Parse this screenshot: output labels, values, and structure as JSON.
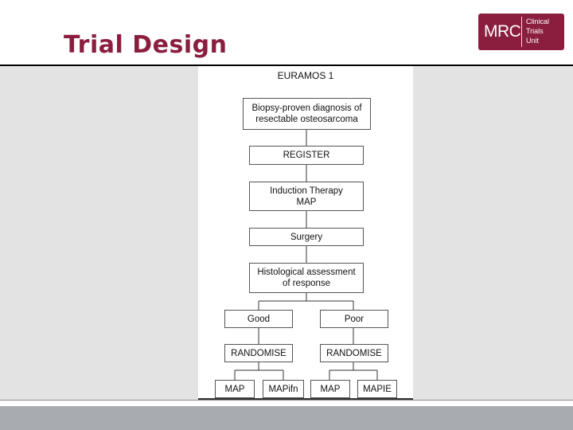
{
  "slide": {
    "title": "Trial Design"
  },
  "logo": {
    "mark": "MRC",
    "line1": "Clinical",
    "line2": "Trials",
    "line3": "Unit",
    "color": "#8b1e3f"
  },
  "diagram": {
    "title": "EURAMOS 1",
    "nodes": {
      "diagnosis": "Biopsy-proven diagnosis of\nresectable osteosarcoma",
      "register": "REGISTER",
      "induction": "Induction Therapy\nMAP",
      "surgery": "Surgery",
      "histology": "Histological assessment\nof response",
      "good": "Good",
      "poor": "Poor",
      "randomise_good": "RANDOMISE",
      "randomise_poor": "RANDOMISE",
      "map_good": "MAP",
      "mapifn": "MAPifn",
      "map_poor": "MAP",
      "mapie": "MAPIE"
    }
  }
}
